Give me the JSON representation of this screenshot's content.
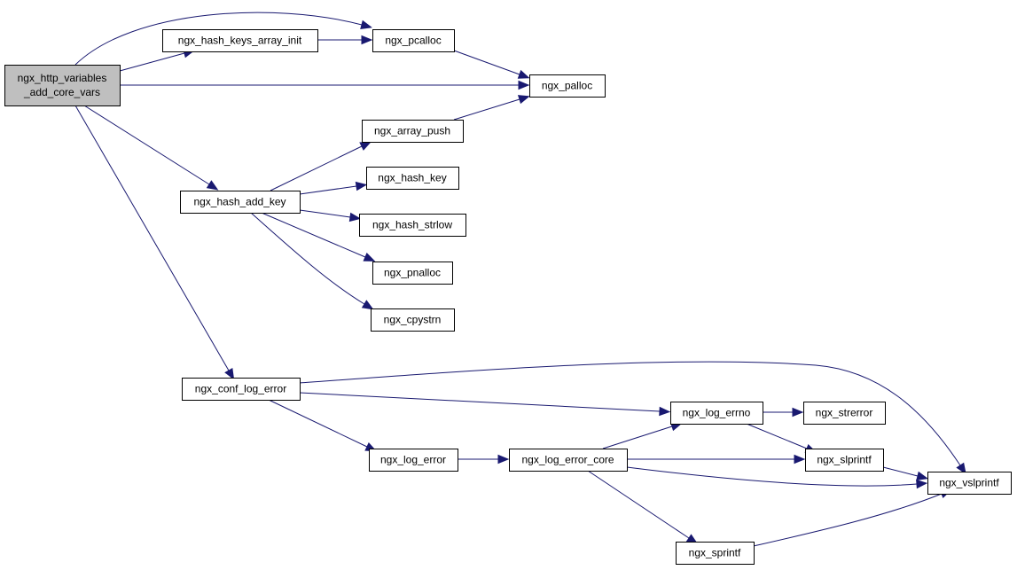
{
  "graph": {
    "edge_color": "#191970",
    "root_fill": "#bfbfbf",
    "nodes": [
      {
        "id": "root",
        "lines": [
          "ngx_http_variables",
          "_add_core_vars"
        ],
        "root": true
      },
      {
        "id": "hash_keys_array_init",
        "lines": [
          "ngx_hash_keys_array_init"
        ]
      },
      {
        "id": "pcalloc",
        "lines": [
          "ngx_pcalloc"
        ]
      },
      {
        "id": "palloc",
        "lines": [
          "ngx_palloc"
        ]
      },
      {
        "id": "array_push",
        "lines": [
          "ngx_array_push"
        ]
      },
      {
        "id": "hash_add_key",
        "lines": [
          "ngx_hash_add_key"
        ]
      },
      {
        "id": "hash_key",
        "lines": [
          "ngx_hash_key"
        ]
      },
      {
        "id": "hash_strlow",
        "lines": [
          "ngx_hash_strlow"
        ]
      },
      {
        "id": "pnalloc",
        "lines": [
          "ngx_pnalloc"
        ]
      },
      {
        "id": "cpystrn",
        "lines": [
          "ngx_cpystrn"
        ]
      },
      {
        "id": "conf_log_error",
        "lines": [
          "ngx_conf_log_error"
        ]
      },
      {
        "id": "log_errno",
        "lines": [
          "ngx_log_errno"
        ]
      },
      {
        "id": "strerror",
        "lines": [
          "ngx_strerror"
        ]
      },
      {
        "id": "log_error",
        "lines": [
          "ngx_log_error"
        ]
      },
      {
        "id": "log_error_core",
        "lines": [
          "ngx_log_error_core"
        ]
      },
      {
        "id": "slprintf",
        "lines": [
          "ngx_slprintf"
        ]
      },
      {
        "id": "vslprintf",
        "lines": [
          "ngx_vslprintf"
        ]
      },
      {
        "id": "sprintf",
        "lines": [
          "ngx_sprintf"
        ]
      }
    ],
    "edges": [
      {
        "from": "root",
        "to": "hash_keys_array_init"
      },
      {
        "from": "root",
        "to": "pcalloc"
      },
      {
        "from": "root",
        "to": "palloc"
      },
      {
        "from": "root",
        "to": "hash_add_key"
      },
      {
        "from": "root",
        "to": "conf_log_error"
      },
      {
        "from": "hash_keys_array_init",
        "to": "pcalloc"
      },
      {
        "from": "pcalloc",
        "to": "palloc"
      },
      {
        "from": "array_push",
        "to": "palloc"
      },
      {
        "from": "hash_add_key",
        "to": "array_push"
      },
      {
        "from": "hash_add_key",
        "to": "hash_key"
      },
      {
        "from": "hash_add_key",
        "to": "hash_strlow"
      },
      {
        "from": "hash_add_key",
        "to": "pnalloc"
      },
      {
        "from": "hash_add_key",
        "to": "cpystrn"
      },
      {
        "from": "conf_log_error",
        "to": "vslprintf"
      },
      {
        "from": "conf_log_error",
        "to": "log_errno"
      },
      {
        "from": "conf_log_error",
        "to": "log_error"
      },
      {
        "from": "log_errno",
        "to": "strerror"
      },
      {
        "from": "log_errno",
        "to": "slprintf"
      },
      {
        "from": "log_error",
        "to": "log_error_core"
      },
      {
        "from": "log_error_core",
        "to": "log_errno"
      },
      {
        "from": "log_error_core",
        "to": "slprintf"
      },
      {
        "from": "log_error_core",
        "to": "vslprintf"
      },
      {
        "from": "log_error_core",
        "to": "sprintf"
      },
      {
        "from": "slprintf",
        "to": "vslprintf"
      },
      {
        "from": "sprintf",
        "to": "vslprintf"
      }
    ]
  }
}
